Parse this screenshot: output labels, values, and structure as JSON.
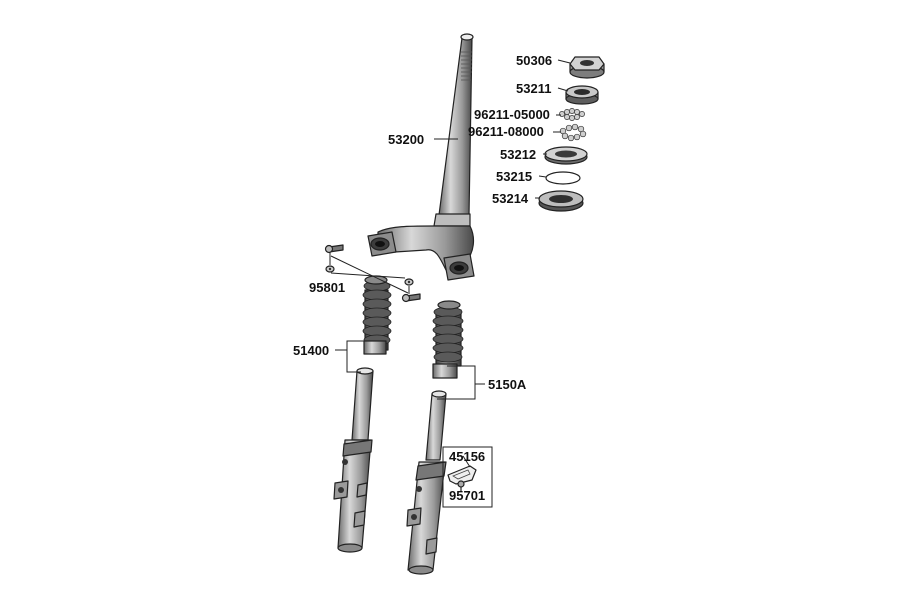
{
  "labels": {
    "p50306": "50306",
    "p53211": "53211",
    "p96211_05000": "96211-05000",
    "p96211_08000": "96211-08000",
    "p53200": "53200",
    "p53212": "53212",
    "p53215": "53215",
    "p53214": "53214",
    "p95801": "95801",
    "p51400": "51400",
    "p5150A": "5150A",
    "p45156": "45156",
    "p95701": "95701"
  },
  "colors": {
    "metal_light": "#e4e4e4",
    "metal_mid": "#a9a9a9",
    "metal_dark": "#4a4a4a",
    "rubber": "#555555"
  }
}
